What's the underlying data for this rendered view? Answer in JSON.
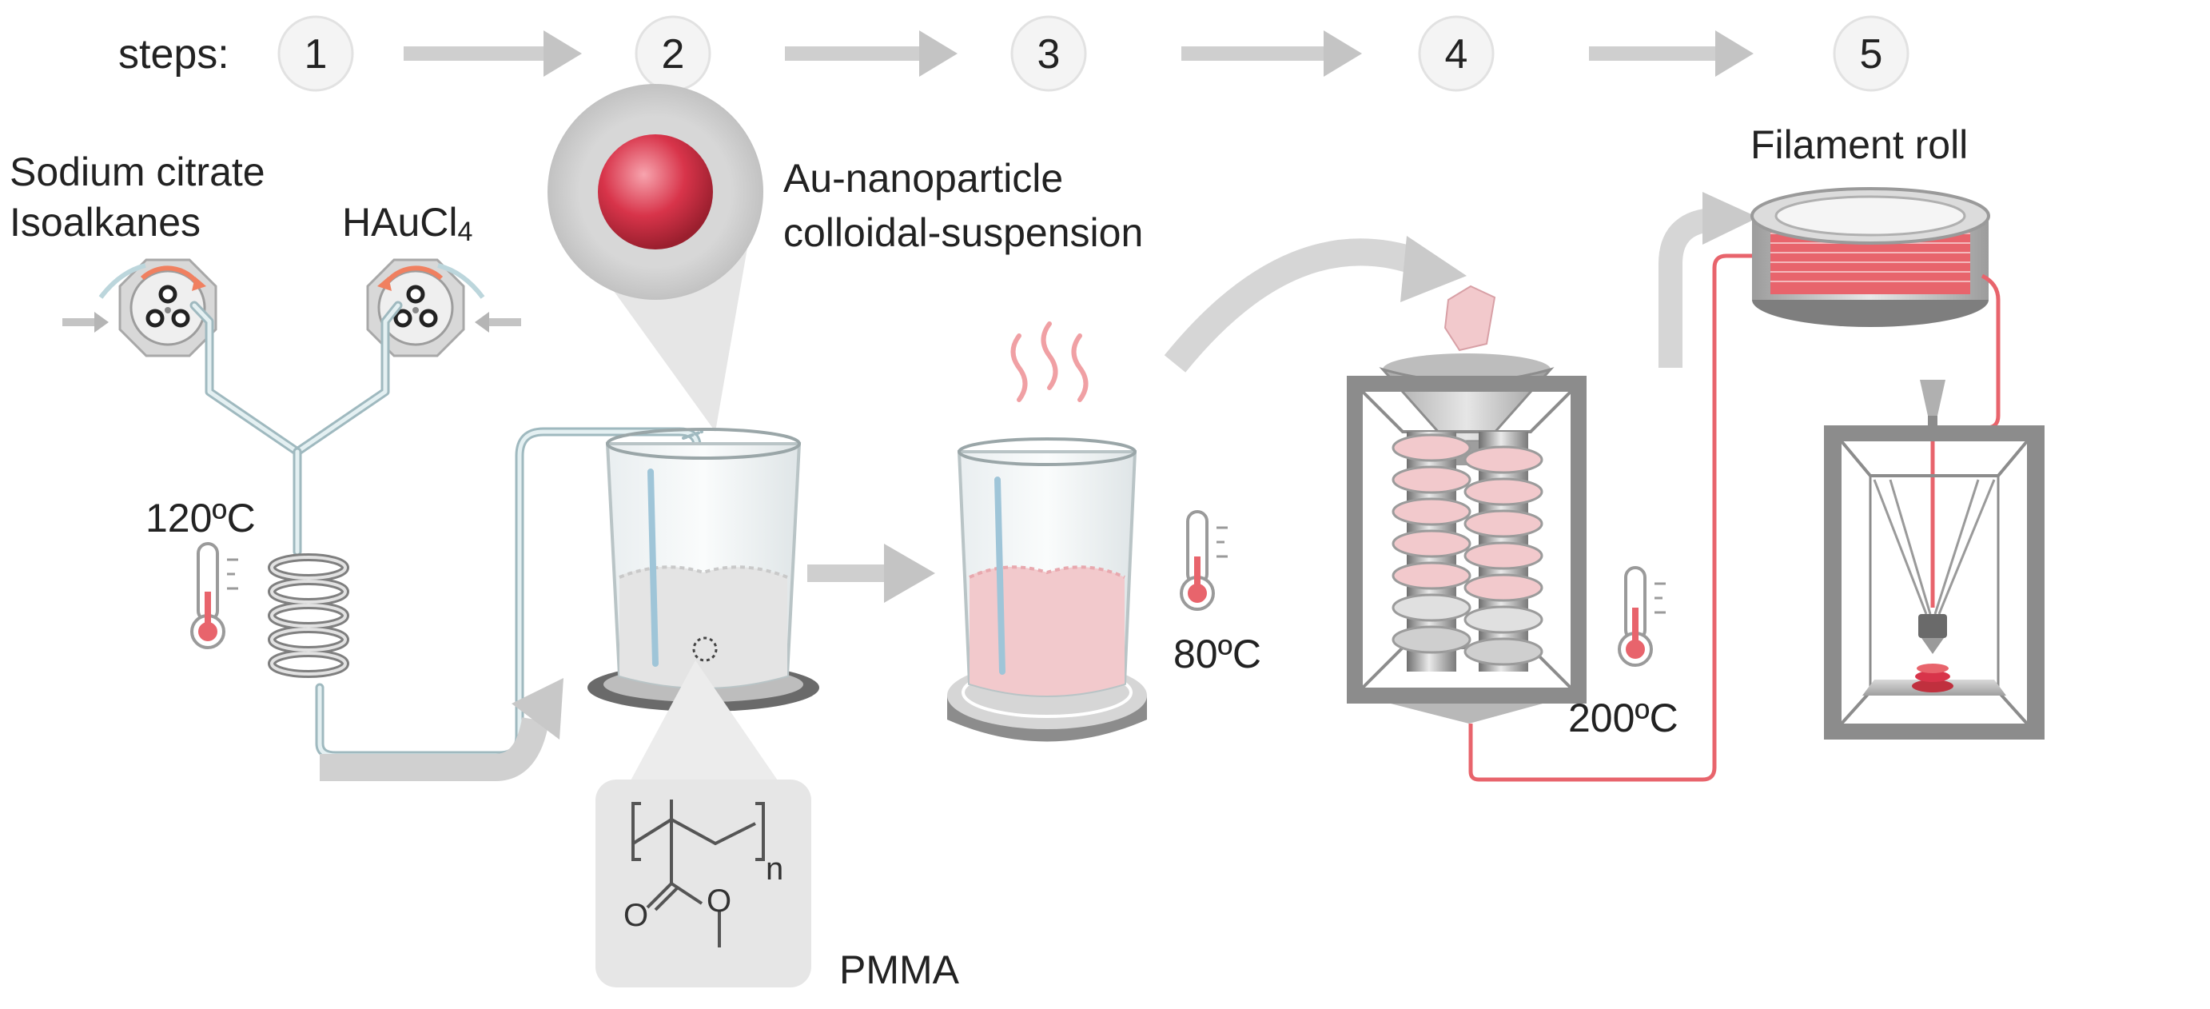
{
  "steps": {
    "prefix": "steps:",
    "numbers": [
      "1",
      "2",
      "3",
      "4",
      "5"
    ]
  },
  "labels": {
    "sodium_citrate": "Sodium citrate",
    "isoalkanes": "Isoalkanes",
    "haucl4": "HAuCl",
    "haucl4_sub": "4",
    "temp_120": "120ºC",
    "au_line1": "Au-nanoparticle",
    "au_line2": "colloidal-suspension",
    "temp_80": "80ºC",
    "temp_200": "200ºC",
    "filament_roll": "Filament roll",
    "pmma": "PMMA",
    "polymer_n": "n",
    "atom_o1": "O",
    "atom_o2": "O"
  },
  "colors": {
    "arrow": "#c8c8c8",
    "gray_frame": "#8c8c8c",
    "filament": "#e8646c",
    "particle": "#d8344a",
    "powder_pink": "#f2c9cc",
    "tube": "#bcd6dc"
  }
}
